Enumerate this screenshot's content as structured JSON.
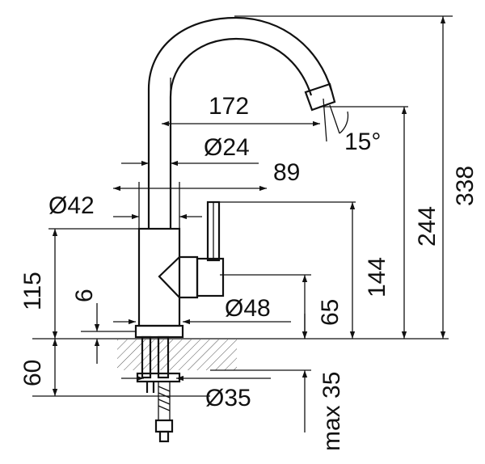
{
  "dimensions": {
    "spout_reach": "172",
    "spout_diameter": "Ø24",
    "spout_angle": "15°",
    "lever_reach": "89",
    "body_diameter": "Ø42",
    "body_height": "115",
    "base_thickness": "6",
    "below_counter": "60",
    "base_diameter": "Ø48",
    "lever_height": "65",
    "lever_top": "144",
    "spout_outlet": "244",
    "overall_height": "338",
    "hole_diameter": "Ø35",
    "max_counter_thickness": "max 35"
  },
  "colors": {
    "line": "#111111",
    "background": "#ffffff"
  }
}
